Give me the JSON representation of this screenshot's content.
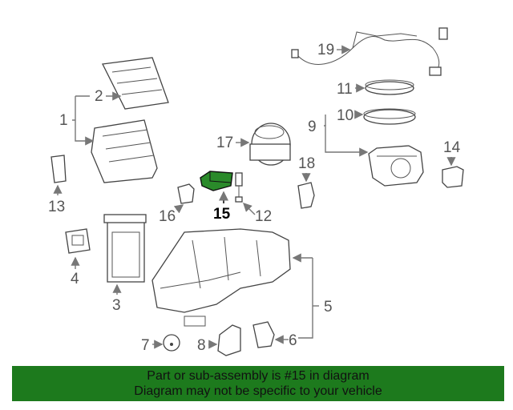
{
  "callouts": [
    {
      "id": "1",
      "label": "1"
    },
    {
      "id": "2",
      "label": "2"
    },
    {
      "id": "3",
      "label": "3"
    },
    {
      "id": "4",
      "label": "4"
    },
    {
      "id": "5",
      "label": "5"
    },
    {
      "id": "6",
      "label": "6"
    },
    {
      "id": "7",
      "label": "7"
    },
    {
      "id": "8",
      "label": "8"
    },
    {
      "id": "9",
      "label": "9"
    },
    {
      "id": "10",
      "label": "10"
    },
    {
      "id": "11",
      "label": "11"
    },
    {
      "id": "12",
      "label": "12"
    },
    {
      "id": "13",
      "label": "13"
    },
    {
      "id": "14",
      "label": "14"
    },
    {
      "id": "15",
      "label": "15"
    },
    {
      "id": "16",
      "label": "16"
    },
    {
      "id": "17",
      "label": "17"
    },
    {
      "id": "18",
      "label": "18"
    },
    {
      "id": "19",
      "label": "19"
    }
  ],
  "highlight": {
    "part": "15",
    "color": "#2a8a2a"
  },
  "banner": {
    "line1": "Part or sub-assembly is #15 in diagram",
    "line2": "Diagram may not be specific to your vehicle",
    "background": "#1d7a1d"
  }
}
